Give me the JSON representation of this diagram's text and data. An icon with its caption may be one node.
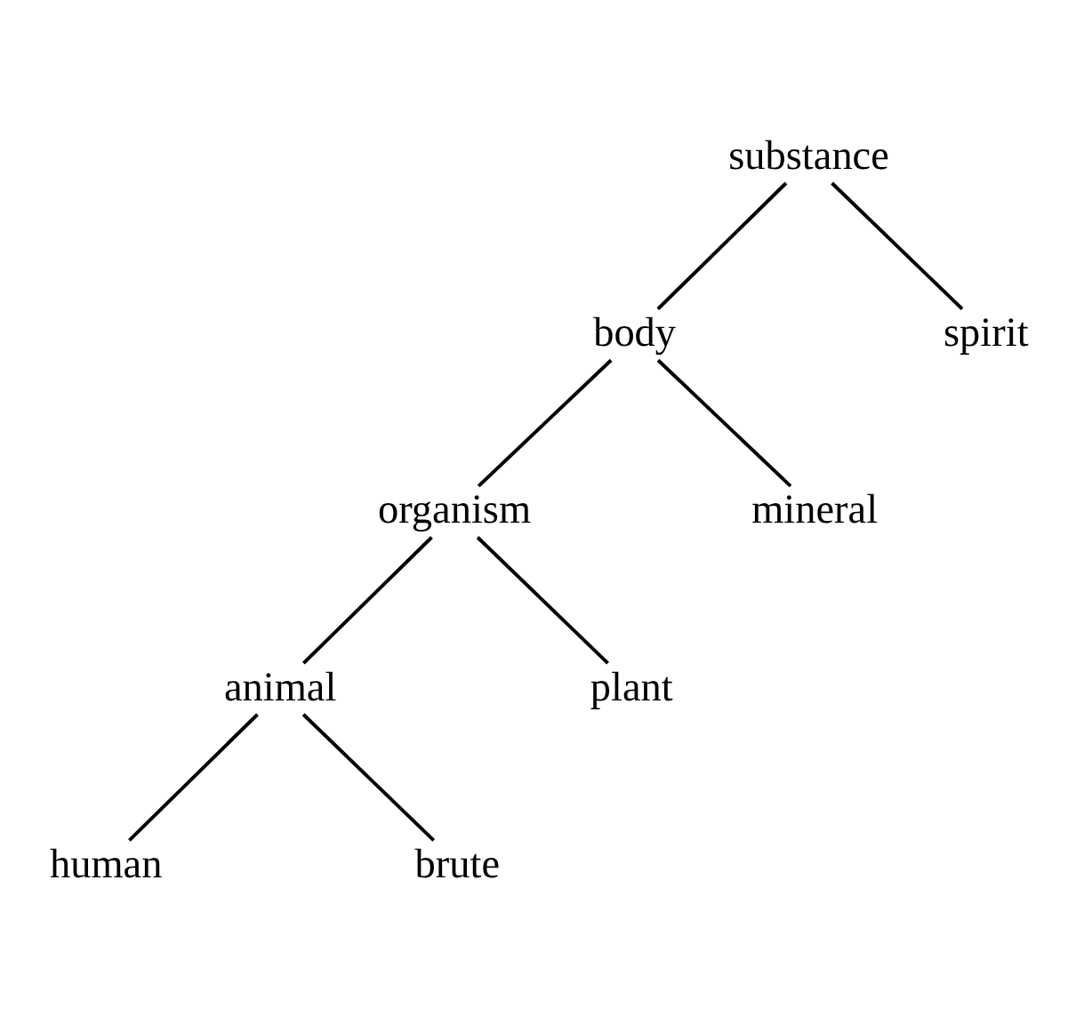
{
  "diagram": {
    "nodes": [
      {
        "text": [
          "substance"
        ]
      },
      {
        "text": [
          "body"
        ]
      },
      {
        "text": [
          "spirit"
        ]
      },
      {
        "text": [
          "organism"
        ]
      },
      {
        "text": [
          "mineral"
        ]
      },
      {
        "text": [
          "animal"
        ]
      },
      {
        "text": [
          "plant"
        ]
      },
      {
        "text": [
          "human"
        ]
      },
      {
        "text": [
          "brute"
        ]
      }
    ],
    "edges": [
      {
        "from": 0,
        "to": 1,
        "arrow": "none"
      },
      {
        "from": 0,
        "to": 2,
        "arrow": "none"
      },
      {
        "from": 1,
        "to": 3,
        "arrow": "none"
      },
      {
        "from": 1,
        "to": 4,
        "arrow": "none"
      },
      {
        "from": 3,
        "to": 5,
        "arrow": "none"
      },
      {
        "from": 3,
        "to": 6,
        "arrow": "none"
      },
      {
        "from": 5,
        "to": 7,
        "arrow": "none"
      },
      {
        "from": 5,
        "to": 8,
        "arrow": "none"
      }
    ]
  }
}
